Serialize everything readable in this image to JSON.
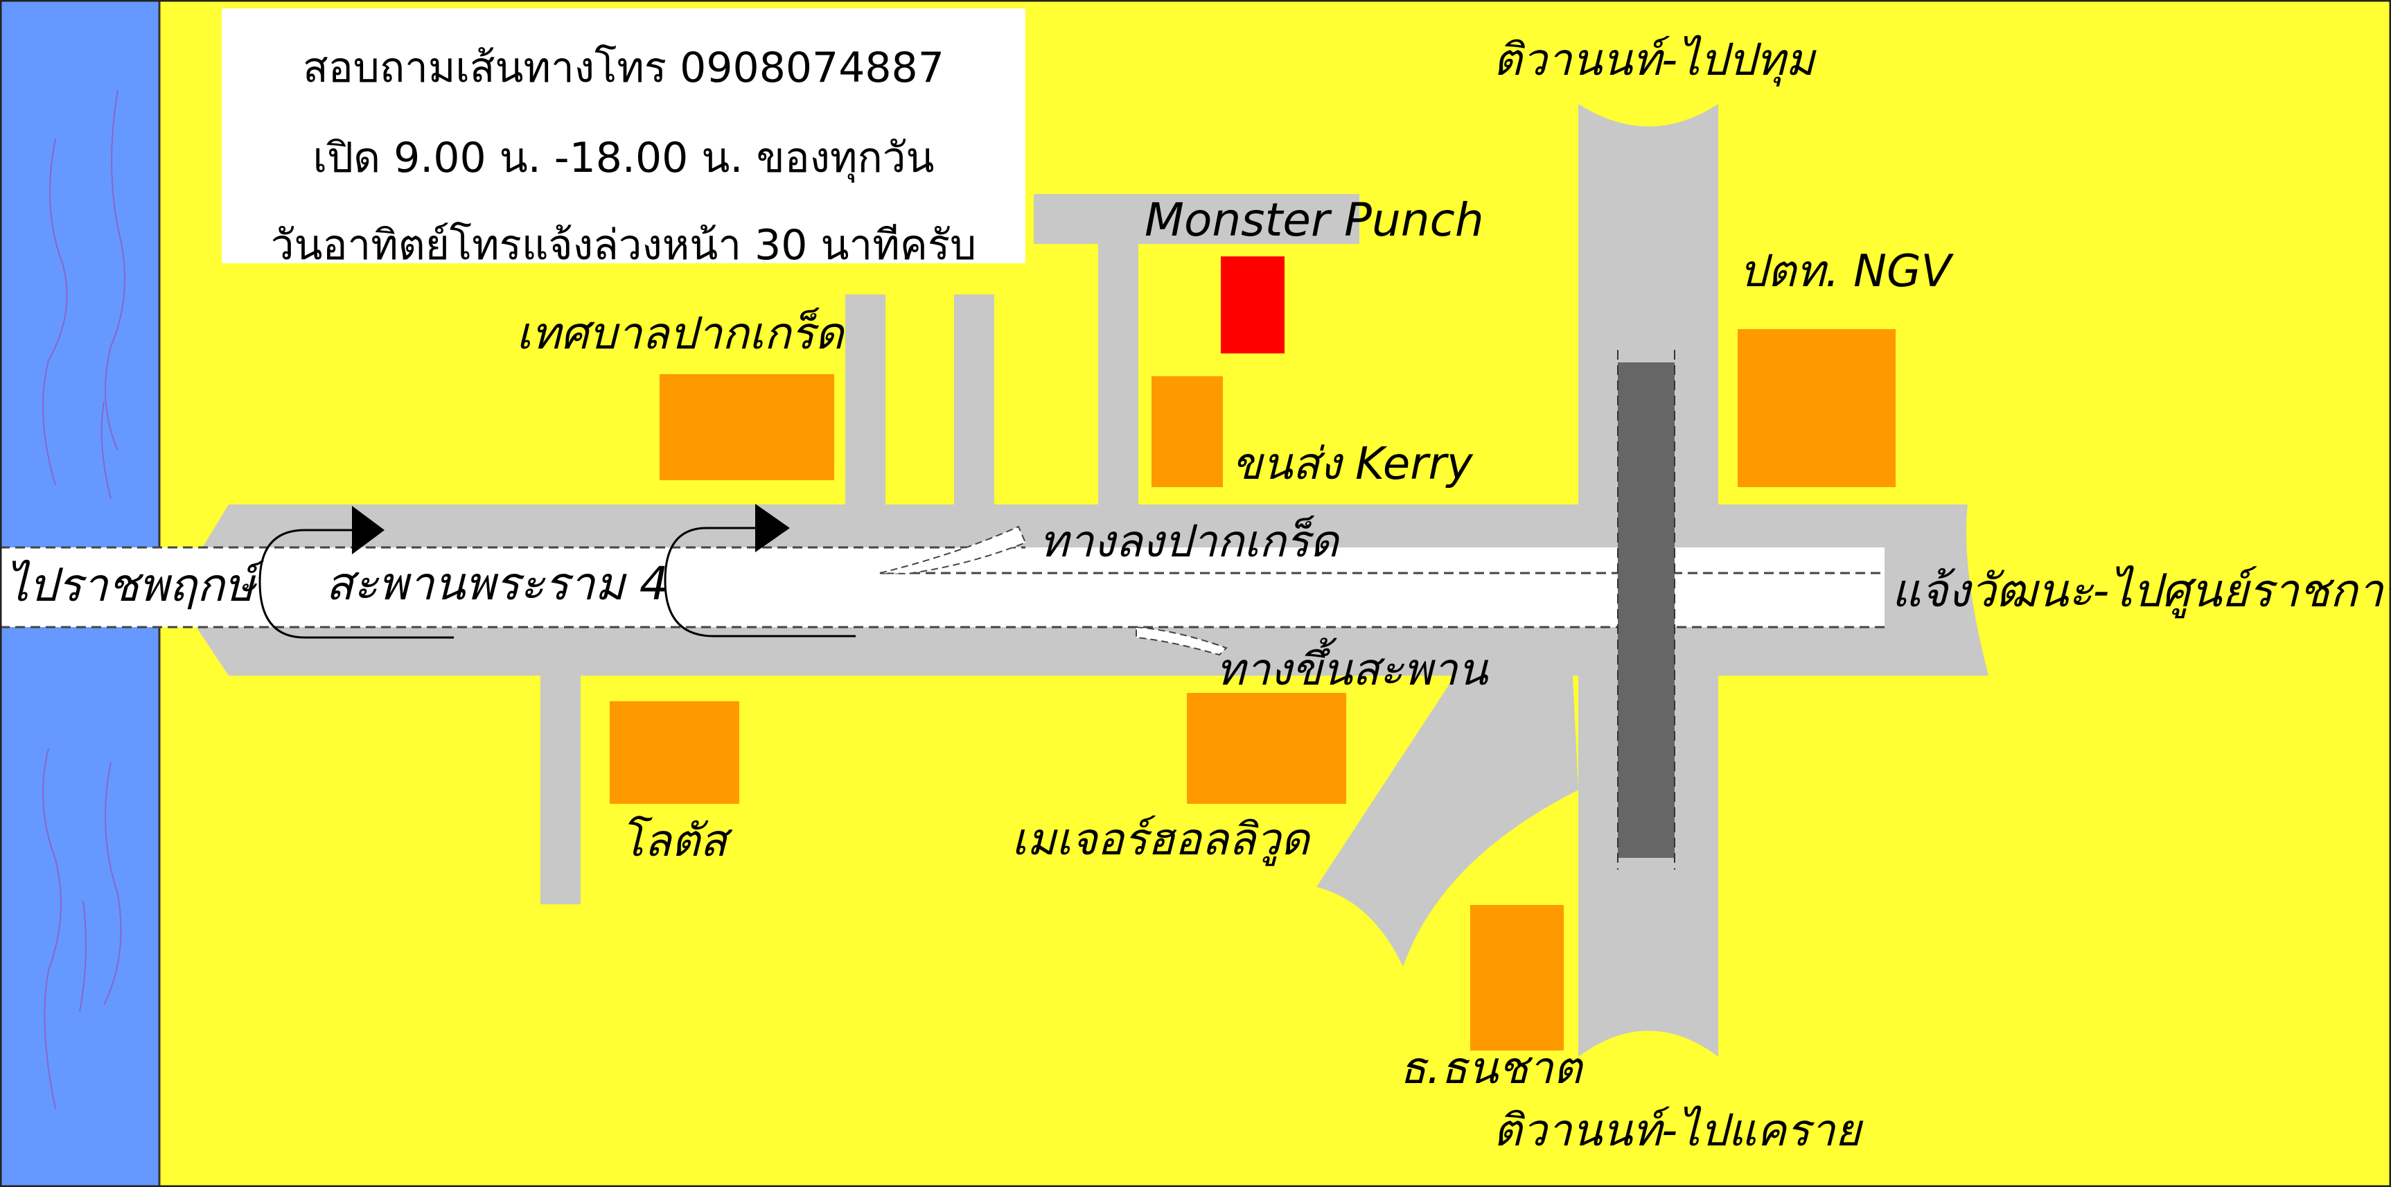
{
  "info": {
    "line1": "สอบถามเส้นทางโทร 0908074887",
    "line2": "เปิด 9.00 น. -18.00 น. ของทุกวัน",
    "line3": "วันอาทิตย์โทรแจ้งล่วงหน้า 30 นาทีครับ"
  },
  "labels": {
    "monster_punch": "Monster Punch",
    "tiwanon_pathum": "ติวานนท์-ไปปทุม",
    "ptt_ngv": "ปตท. NGV",
    "pakkret_municipality": "เทศบาลปากเกร็ด",
    "kerry": "ขนส่ง Kerry",
    "exit_pakkret": "ทางลงปากเกร็ด",
    "to_ratchaphruek": "ไปราชพฤกษ์",
    "rama4_bridge": "สะพานพระราม 4",
    "chaengwattana": "แจ้งวัฒนะ-ไปศูนย์ราชการ",
    "bridge_entrance": "ทางขึ้นสะพาน",
    "lotus": "โลตัส",
    "major_hollywood": "เมเจอร์ฮอลลิวูด",
    "thanachart": "ธ.ธนชาต",
    "tiwanon_khae_rai": "ติวานนท์-ไปแคราย"
  },
  "colors": {
    "land": "#ffff33",
    "river": "#6699ff",
    "road": "#c8c8c8",
    "building": "#ff9900",
    "shop": "#ff0000",
    "overpass": "#666666"
  }
}
